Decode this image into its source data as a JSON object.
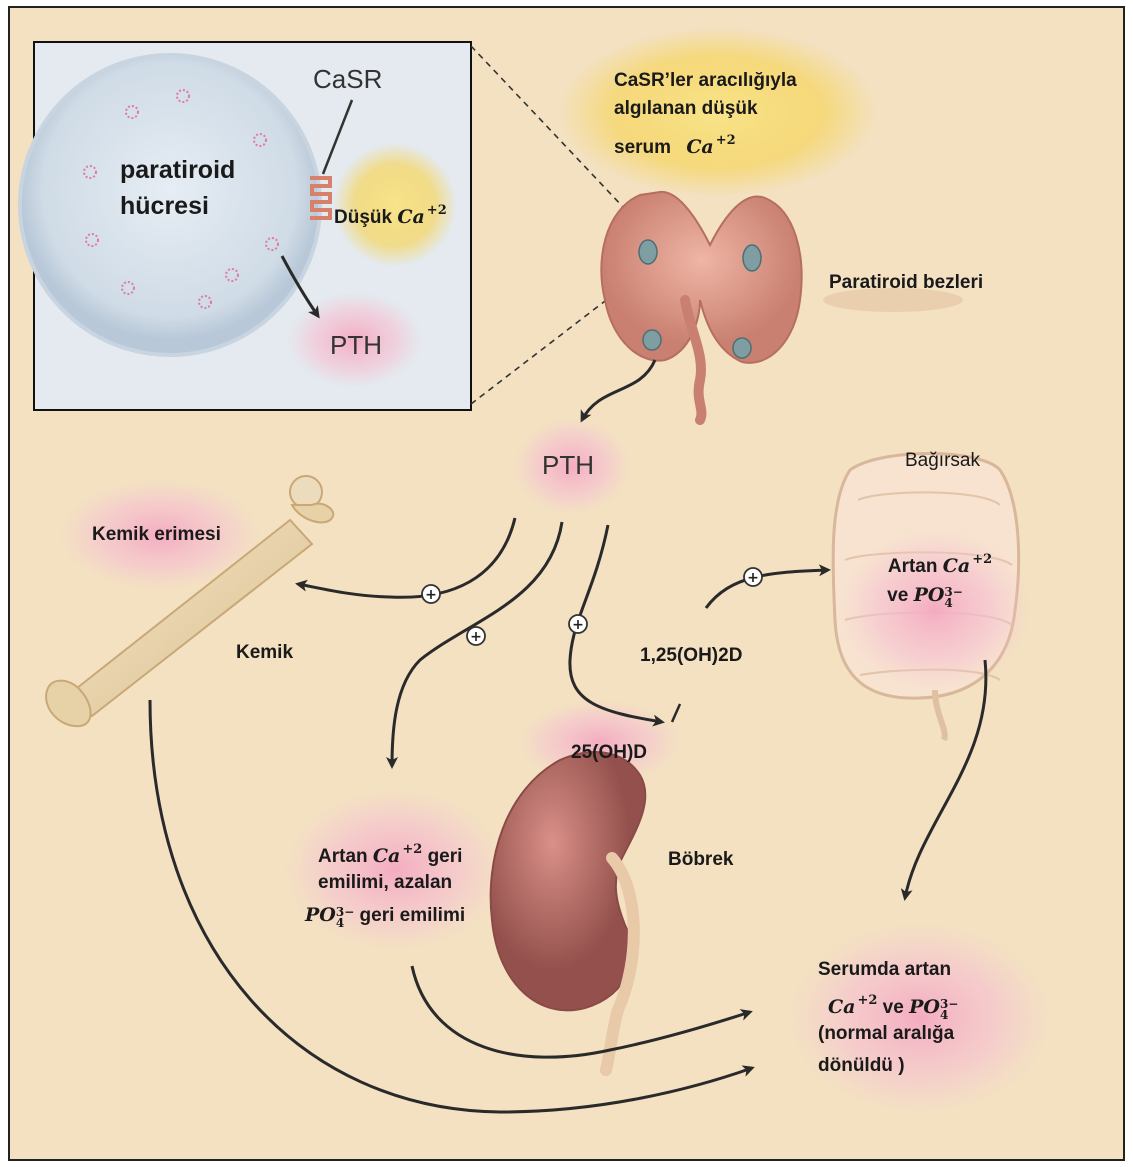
{
  "inset": {
    "casr_label": "CaSR",
    "cell_label_line1": "paratiroid",
    "cell_label_line2": "hücresi",
    "low_ca_word": "Düşük",
    "ca_symbol": "Ca",
    "ca_charge": "+2",
    "pth_label": "PTH"
  },
  "top_note": {
    "line1": "CaSR’ler aracılığıyla",
    "line2": "algılanan düşük",
    "line3_word": "serum",
    "ca_symbol": "Ca",
    "ca_charge": "+2"
  },
  "glands_label": "Paratiroid bezleri",
  "pth_center_label": "PTH",
  "intestine": {
    "organ_label": "Bağırsak",
    "increase_word": "Artan",
    "ca_symbol": "Ca",
    "ca_charge": "+2",
    "and_word": "ve",
    "phosphate_base": "PO",
    "phosphate_sub": "4",
    "phosphate_sup": "3−"
  },
  "bone": {
    "resorption_label": "Kemik erimesi",
    "organ_label": "Kemik"
  },
  "vitd": {
    "active_label": "1,25(OH)2D",
    "precursor_label": "25(OH)D"
  },
  "kidney": {
    "organ_label": "Böbrek",
    "line1_word": "Artan",
    "ca_symbol": "Ca",
    "ca_charge": "+2",
    "line1_tail": "geri",
    "line2": "emilimi, azalan",
    "phosphate_base": "PO",
    "phosphate_sub": "4",
    "phosphate_sup": "3−",
    "line3_tail": "geri emilimi"
  },
  "serum": {
    "line1": "Serumda artan",
    "ca_symbol": "Ca",
    "ca_charge": "+2",
    "and_word": "ve",
    "phosphate_base": "PO",
    "phosphate_sub": "4",
    "phosphate_sup": "3−",
    "line3": "(normal aralığa",
    "line4": "dönüldü )"
  },
  "plus_sign": "+",
  "colors": {
    "background": "#f3e1c2",
    "glow_pink": "#f4b6c8",
    "glow_yellow": "#f7d35a",
    "inset_bg": "#dfe6ee",
    "gland": "#e3a08f",
    "kidney": "#b46a63",
    "bone": "#ecd7b0",
    "intestine": "#f6dcc6",
    "arrow": "#2a2a2a"
  }
}
